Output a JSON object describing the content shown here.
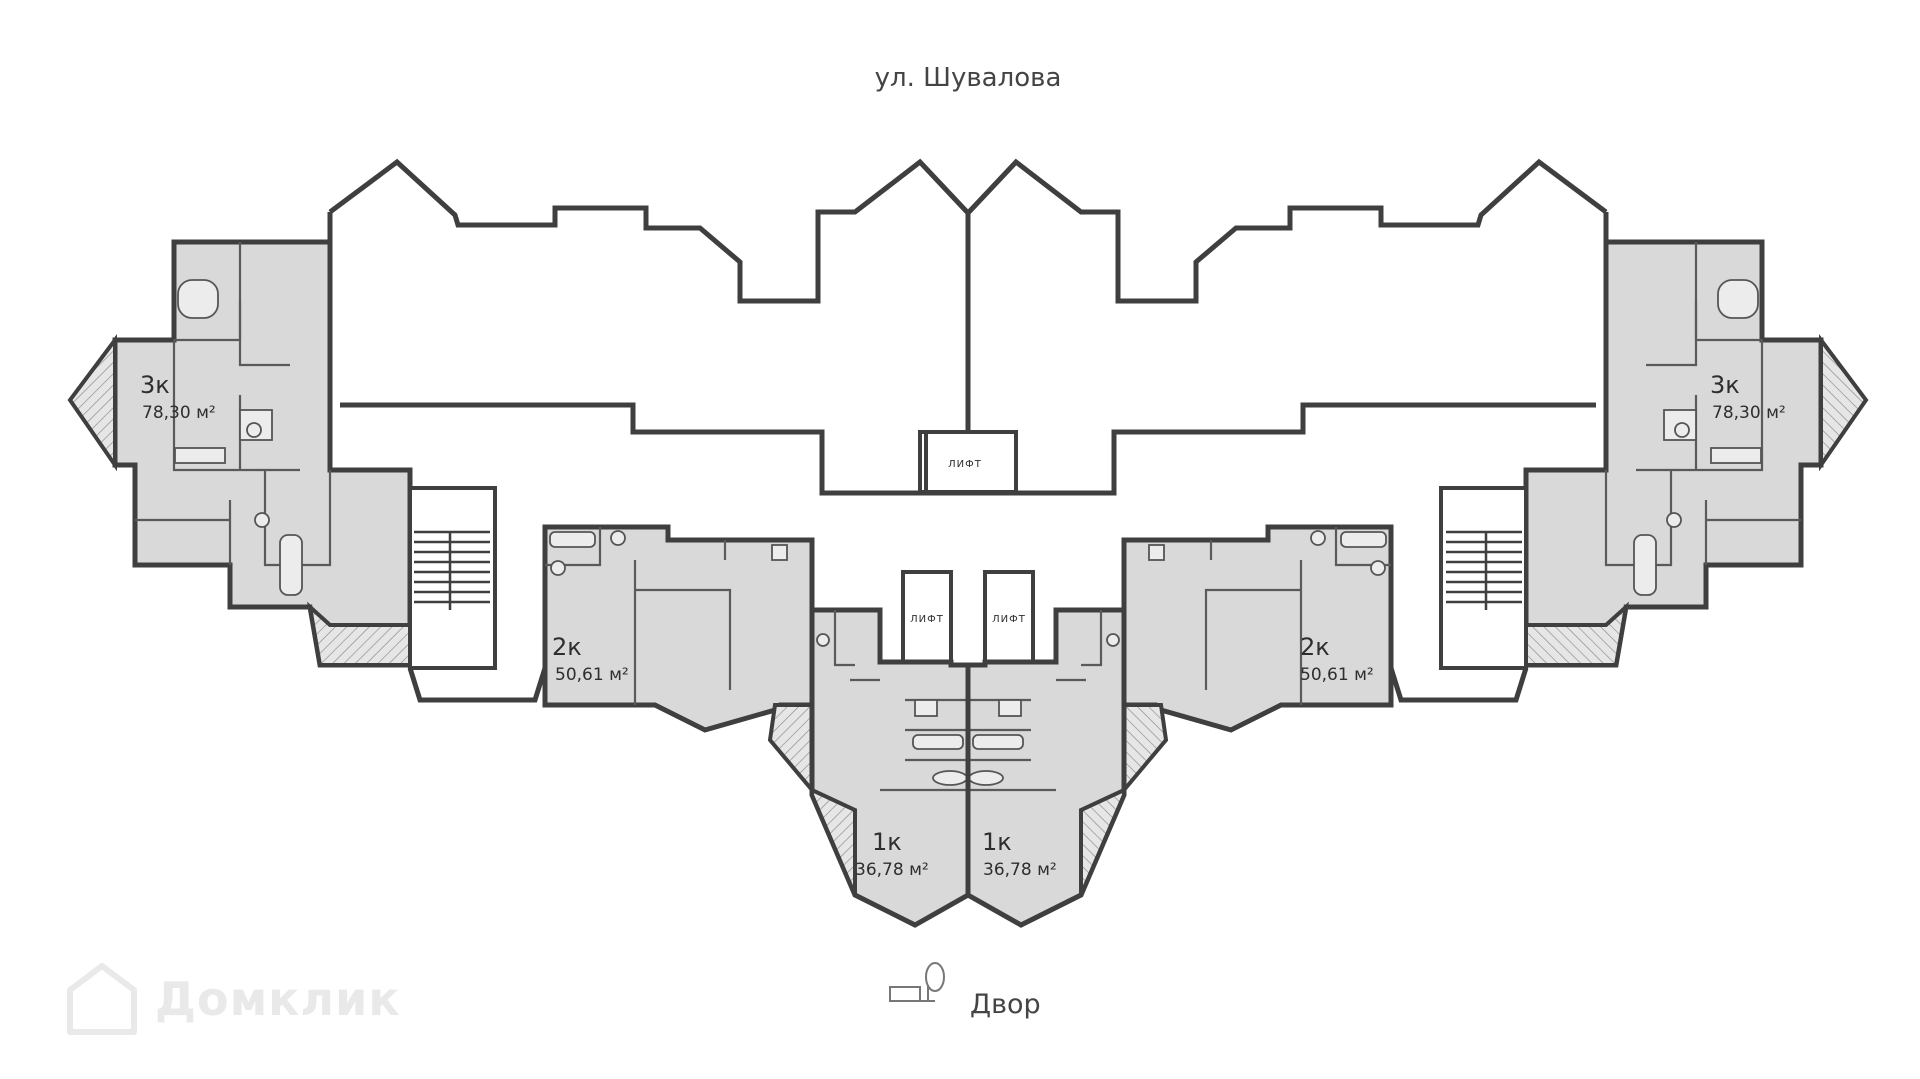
{
  "street_label": "ул. Шувалова",
  "yard_label": "Двор",
  "watermark": "Домклик",
  "lift_label": "ЛИФТ",
  "apartments": [
    {
      "id": "3k-left",
      "rooms": "3к",
      "area": "78,30 м²"
    },
    {
      "id": "2k-left",
      "rooms": "2к",
      "area": "50,61 м²"
    },
    {
      "id": "1k-left",
      "rooms": "1к",
      "area": "36,78 м²"
    },
    {
      "id": "1k-right",
      "rooms": "1к",
      "area": "36,78 м²"
    },
    {
      "id": "2k-right",
      "rooms": "2к",
      "area": "50,61 м²"
    },
    {
      "id": "3k-right",
      "rooms": "3к",
      "area": "78,30 м²"
    }
  ],
  "icons": {
    "yard": "park-bench-tree-icon",
    "watermark": "house-logo-icon"
  }
}
